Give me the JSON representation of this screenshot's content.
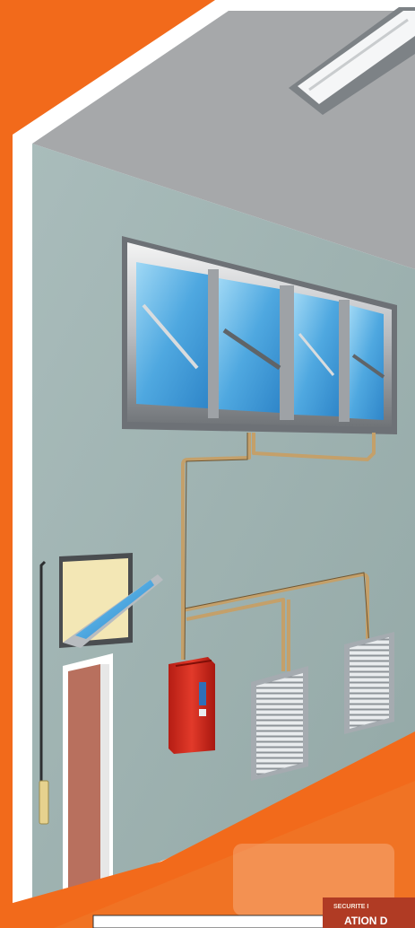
{
  "illustration": {
    "subject": "Room with smoke ventilation system",
    "colors": {
      "background": "#f26a1b",
      "wall": "#9fb2b0",
      "ceiling": "#a7a9ab",
      "pipe": "#c4a06a",
      "control_box": "#d62a1c",
      "glass": "#5fb4e6",
      "door": "#b8705e"
    }
  },
  "footer_sign": {
    "line1": "SECURITE I",
    "line2": "ATION D"
  }
}
